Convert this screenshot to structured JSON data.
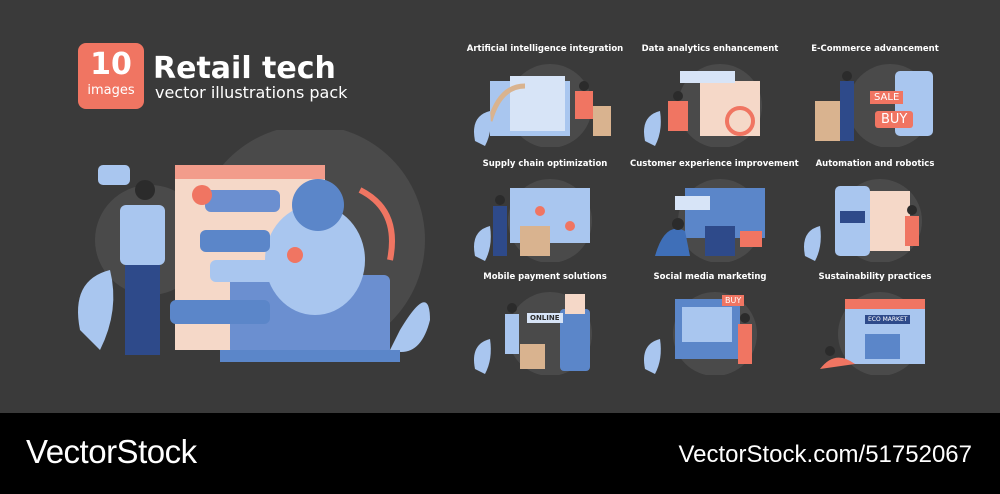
{
  "header": {
    "count": "10",
    "count_label": "images",
    "title": "Retail tech",
    "subtitle": "vector illustrations pack"
  },
  "cards": [
    {
      "title": "Artificial intelligence integration"
    },
    {
      "title": "Data analytics enhancement"
    },
    {
      "title": "E-Commerce advancement",
      "labels": [
        "SALE",
        "BUY"
      ]
    },
    {
      "title": "Supply chain optimization"
    },
    {
      "title": "Customer experience improvement"
    },
    {
      "title": "Automation and robotics"
    },
    {
      "title": "Mobile payment solutions",
      "labels": [
        "ONLINE"
      ]
    },
    {
      "title": "Social media marketing",
      "labels": [
        "BUY"
      ]
    },
    {
      "title": "Sustainability practices",
      "labels": [
        "ECO MARKET"
      ]
    }
  ],
  "footer": {
    "brand": "VectorStock",
    "url": "VectorStock.com/51752067"
  },
  "colors": {
    "background": "#3a3a3a",
    "accent": "#f07562",
    "blue": "#5b86c9",
    "light_blue": "#a9c6ef",
    "footer": "#000000"
  }
}
